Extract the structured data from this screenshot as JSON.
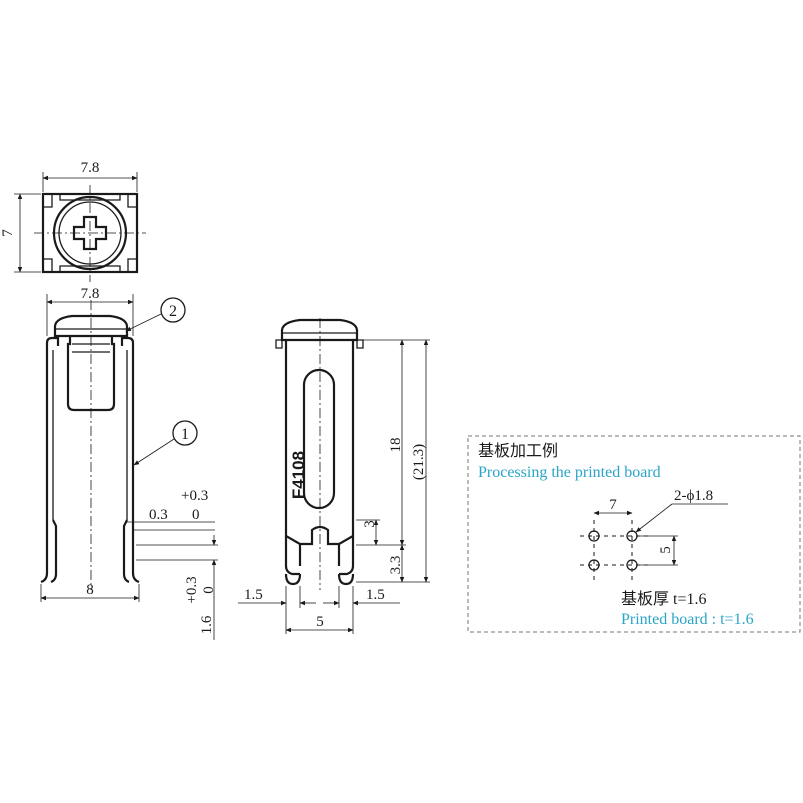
{
  "top_view": {
    "width_dim": "7.8",
    "height_dim": "7"
  },
  "front_view": {
    "width_top_dim": "7.8",
    "width_bottom_dim": "8",
    "callout_1": "1",
    "callout_2": "2",
    "tol_upper": "+0.3",
    "tol_zero": "0",
    "offset_dim": "0.3",
    "tol2_upper": "+0.3",
    "tol2_zero": "0",
    "thickness_dim": "1.6"
  },
  "side_view": {
    "marking": "F4108",
    "dim_18": "18",
    "dim_21_3": "(21.3)",
    "dim_3": "3",
    "dim_3_3": "3.3",
    "dim_1_5_left": "1.5",
    "dim_1_5_right": "1.5",
    "dim_5": "5"
  },
  "pcb_layout": {
    "title_jp": "基板加工例",
    "title_en": "Processing the printed board",
    "hole_spec": "2-ϕ1.8",
    "spacing_x": "7",
    "spacing_y": "5",
    "thickness_jp": "基板厚 t=1.6",
    "thickness_en": "Printed board : t=1.6"
  }
}
